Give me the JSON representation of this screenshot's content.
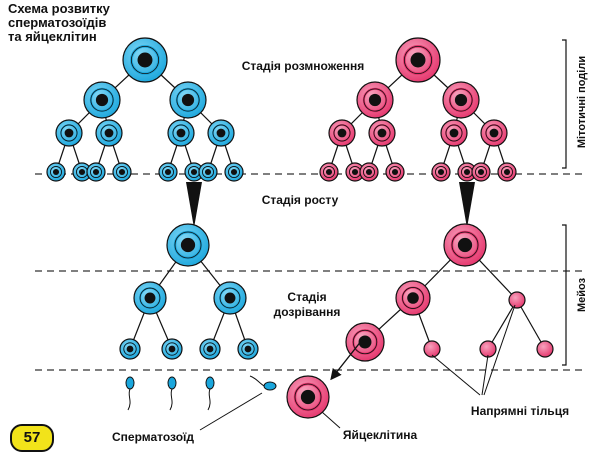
{
  "title": "Схема розвитку\nсперматозоїдів\nта яйцеклітин",
  "stages": {
    "reproduction": "Стадія розмноження",
    "growth": "Стадія росту",
    "maturation": "Стадія\nдозрівання"
  },
  "side_labels": {
    "mitotic": "Мітотичні поділи",
    "meiosis": "Мейоз"
  },
  "cells": {
    "spermatozoid": "Сперматозоїд",
    "egg": "Яйцеклітина",
    "polar_bodies": "Напрямні тільця"
  },
  "page_number": "57",
  "colors": {
    "sperm_line": "#1aa6dc",
    "egg_line": "#e5336b",
    "nucleus": "#111111"
  }
}
